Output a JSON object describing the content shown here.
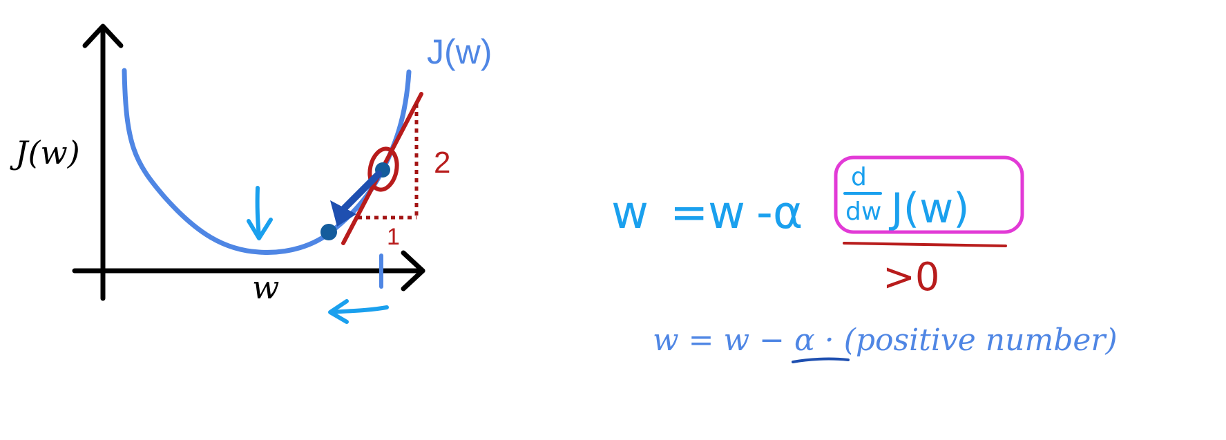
{
  "graph": {
    "y_axis_label": "J(w)",
    "x_axis_label": "w",
    "curve_label": "J(w)",
    "slope_rise": "2",
    "slope_run": "1"
  },
  "equation_main": {
    "lhs": "w",
    "equals": "=",
    "rhs_w": "w",
    "minus_alpha": "-α",
    "frac_num": "d",
    "frac_den": "dw",
    "func": "J(w)",
    "sign_note": ">0"
  },
  "equation_typed": {
    "text_before": "w = w − ",
    "alpha": "α",
    "text_after": " · (positive number)"
  },
  "colors": {
    "curve_blue": "#4f86e4",
    "marker_blue": "#1aa0ee",
    "point_dark_blue": "#145c9c",
    "arrow_dark_blue": "#1e4fb0",
    "tangent_red": "#b81c1c",
    "box_magenta": "#e23ad6",
    "axis_black": "#000000"
  }
}
